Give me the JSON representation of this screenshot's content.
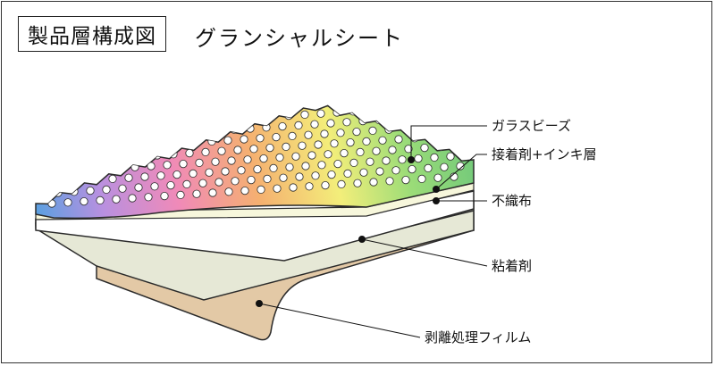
{
  "header": {
    "title": "製品層構成図",
    "subtitle": "グランシャルシート"
  },
  "layers": [
    {
      "id": "glass-beads",
      "label": "ガラスビーズ"
    },
    {
      "id": "adhesive-ink",
      "label": "接着剤+インキ層"
    },
    {
      "id": "nonwoven",
      "label": "不織布"
    },
    {
      "id": "pressure-adhesive",
      "label": "粘着剤"
    },
    {
      "id": "release-film",
      "label": "剥離処理フィルム"
    }
  ],
  "colors": {
    "outline": "#2a2a2a",
    "release_film": "#e3c9a6",
    "adhesive": "#e6e8d6",
    "nonwoven": "#ffffff",
    "ink_layer": "#f7f7dc",
    "rainbow": [
      "#5aa0e0",
      "#b890e0",
      "#f08ab8",
      "#f5b070",
      "#f3ee7a",
      "#9bdc78",
      "#72c97a"
    ]
  }
}
